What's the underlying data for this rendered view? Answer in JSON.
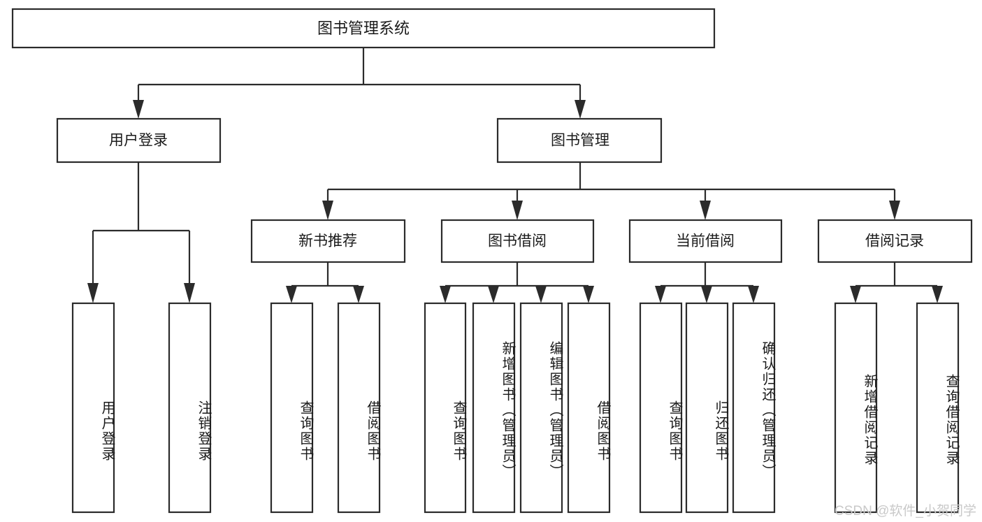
{
  "diagram": {
    "title": "图书管理系统",
    "type": "tree-hierarchy-diagram",
    "colors": {
      "stroke": "#2b2b2b",
      "box_fill": "#ffffff",
      "text": "#1a1a1a",
      "background": "#ffffff",
      "watermark": "#c9c9c9"
    },
    "root": {
      "label": "图书管理系统"
    },
    "level2": [
      {
        "label": "用户登录"
      },
      {
        "label": "图书管理"
      }
    ],
    "level3": [
      {
        "label": "新书推荐"
      },
      {
        "label": "图书借阅"
      },
      {
        "label": "当前借阅"
      },
      {
        "label": "借阅记录"
      }
    ],
    "leaves": {
      "user_login": [
        {
          "label": "用户登录"
        },
        {
          "label": "注销登录"
        }
      ],
      "new_book_recommend": [
        {
          "label": "查询图书"
        },
        {
          "label": "借阅图书"
        }
      ],
      "book_borrow": [
        {
          "label": "查询图书"
        },
        {
          "label": "新增图书（管理员）"
        },
        {
          "label": "编辑图书（管理员）"
        },
        {
          "label": "借阅图书"
        }
      ],
      "current_borrow": [
        {
          "label": "查询图书"
        },
        {
          "label": "归还图书"
        },
        {
          "label": "确认归还（管理员）"
        }
      ],
      "borrow_record": [
        {
          "label": "新增借阅记录"
        },
        {
          "label": "查询借阅记录"
        }
      ]
    }
  },
  "watermark": {
    "text": "CSDN @软件_小贺同学"
  }
}
